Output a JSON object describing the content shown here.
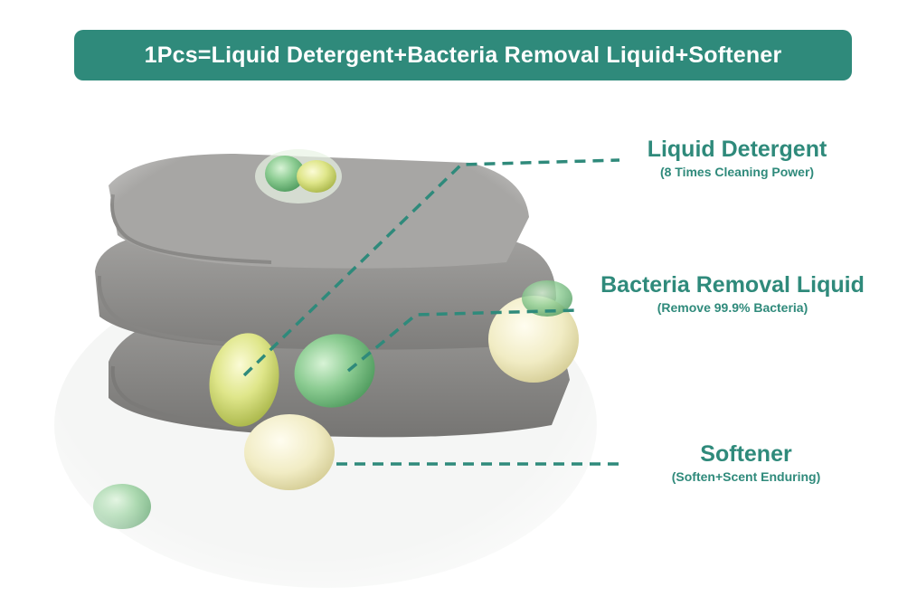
{
  "banner": {
    "text": "1Pcs=Liquid Detergent+Bacteria Removal Liquid+Softener"
  },
  "callouts": [
    {
      "title": "Liquid Detergent",
      "subtitle": "(8 Times Cleaning Power)"
    },
    {
      "title": "Bacteria Removal Liquid",
      "subtitle": "(Remove 99.9% Bacteria)"
    },
    {
      "title": "Softener",
      "subtitle": "(Soften+Scent Enduring)"
    }
  ],
  "colors": {
    "accent": "#2f8a7b",
    "towel": "#8f8e8c",
    "pod_green": "#7fc28a",
    "pod_yellow": "#e9ec9a",
    "pod_cream": "#f1ecc4"
  }
}
